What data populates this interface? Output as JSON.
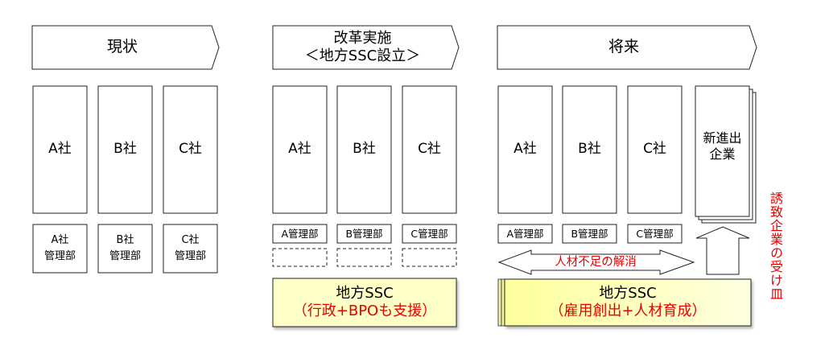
{
  "columns": {
    "current": {
      "header": "現状",
      "companies": [
        "A社",
        "B社",
        "C社"
      ],
      "mgmt": [
        "A社\n管理部",
        "B社\n管理部",
        "C社\n管理部"
      ]
    },
    "reform": {
      "header": "改革実施\n＜地方SSC設立＞",
      "companies": [
        "A社",
        "B社",
        "C社"
      ],
      "mgmt": [
        "A管理部",
        "B管理部",
        "C管理部"
      ],
      "ssc_title": "地方SSC",
      "ssc_sub": "（行政+BPOも支援）"
    },
    "future": {
      "header": "将来",
      "companies": [
        "A社",
        "B社",
        "C社"
      ],
      "new_business": "新進出\n企業",
      "mgmt": [
        "A管理部",
        "B管理部",
        "C管理部"
      ],
      "ssc_title": "地方SSC",
      "ssc_sub": "（雇用創出+人材育成）",
      "arrow_label": "人材不足の解消",
      "side_label": "誘致企業の受け皿"
    }
  },
  "colors": {
    "ssc_fill": "#ffffc8",
    "ssc_fill_dark": "#f3f3a0",
    "accent_red": "#e60000"
  }
}
